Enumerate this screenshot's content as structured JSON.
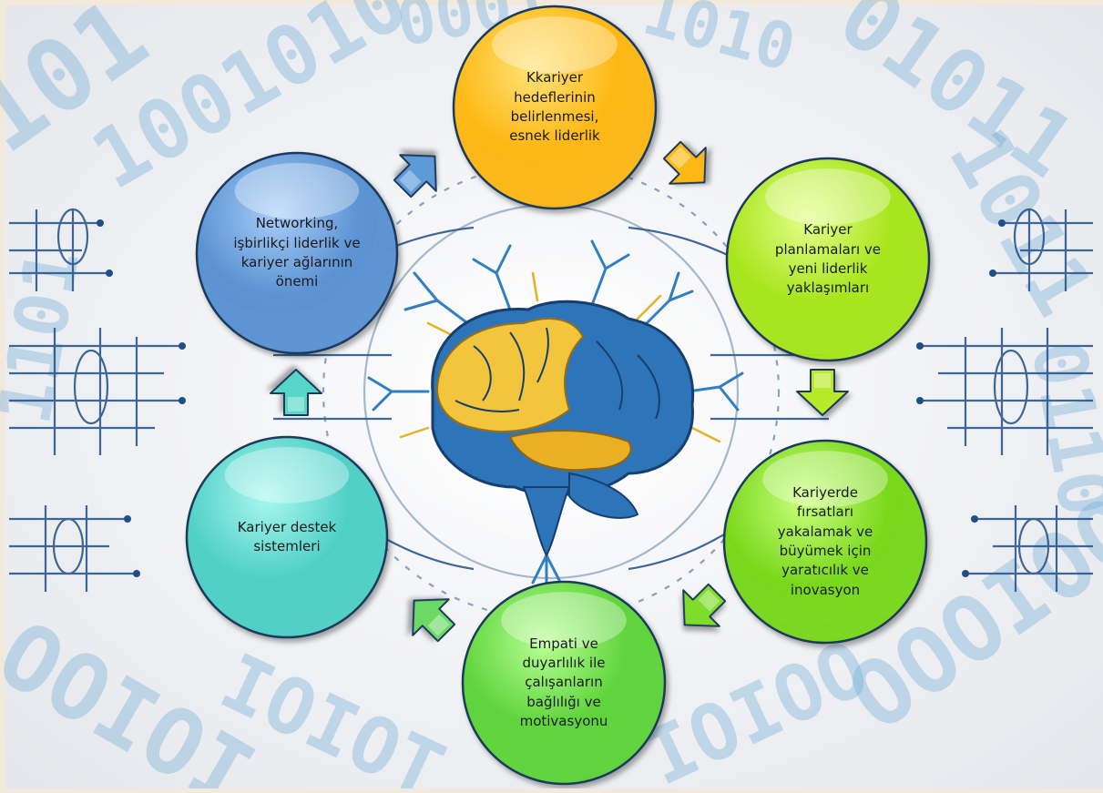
{
  "nodes": [
    {
      "id": "kariyer-hedefleri",
      "text": "Kkariyer\nhedeflerinin\nbelirlenmesi,\nesnek liderlik",
      "color": "#fdb813",
      "highlight": "#ffe37a"
    },
    {
      "id": "kariyer-planlamalari",
      "text": "Kariyer\nplanlamaları ve\nyeni liderlik\nyaklaşımları",
      "color": "#a8e51c",
      "highlight": "#e3ff8a"
    },
    {
      "id": "kariyerde-firsatlar",
      "text": "Kariyerde\nfırsatları\nyakalamak ve\nbüyümek için\nyaratıcılık ve\ninovasyon",
      "color": "#79d81c",
      "highlight": "#c9ff7c"
    },
    {
      "id": "empati",
      "text": "Empati ve\nduyarlılık ile\nçalışanların\nbağlılığı ve\nmotivasyonu",
      "color": "#5fd43c",
      "highlight": "#b8ff94"
    },
    {
      "id": "kariyer-destek",
      "text": "Kariyer destek\nsistemleri",
      "color": "#4fd0c6",
      "highlight": "#a9f7ef"
    },
    {
      "id": "networking",
      "text": "Networking,\nişbirlikçi liderlik ve\nkariyer ağlarının\nönemi",
      "color": "#5b93d3",
      "highlight": "#a8cdf7"
    }
  ],
  "arrows": [
    {
      "id": "hedefler-to-planlamalar",
      "color": "#fdb813"
    },
    {
      "id": "planlamalar-to-firsatlar",
      "color": "#b9ea2a"
    },
    {
      "id": "firsatlar-to-empati",
      "color": "#7fdc2a"
    },
    {
      "id": "empati-to-destek",
      "color": "#6cd866"
    },
    {
      "id": "destek-to-networking",
      "color": "#55d6c6"
    },
    {
      "id": "networking-to-hedefler",
      "color": "#5b9ad8"
    }
  ],
  "colors": {
    "background": "#f1e9dc",
    "circuit": "#1f4f86",
    "digits": "#6aa9d6"
  },
  "center_image": "brain-icon"
}
